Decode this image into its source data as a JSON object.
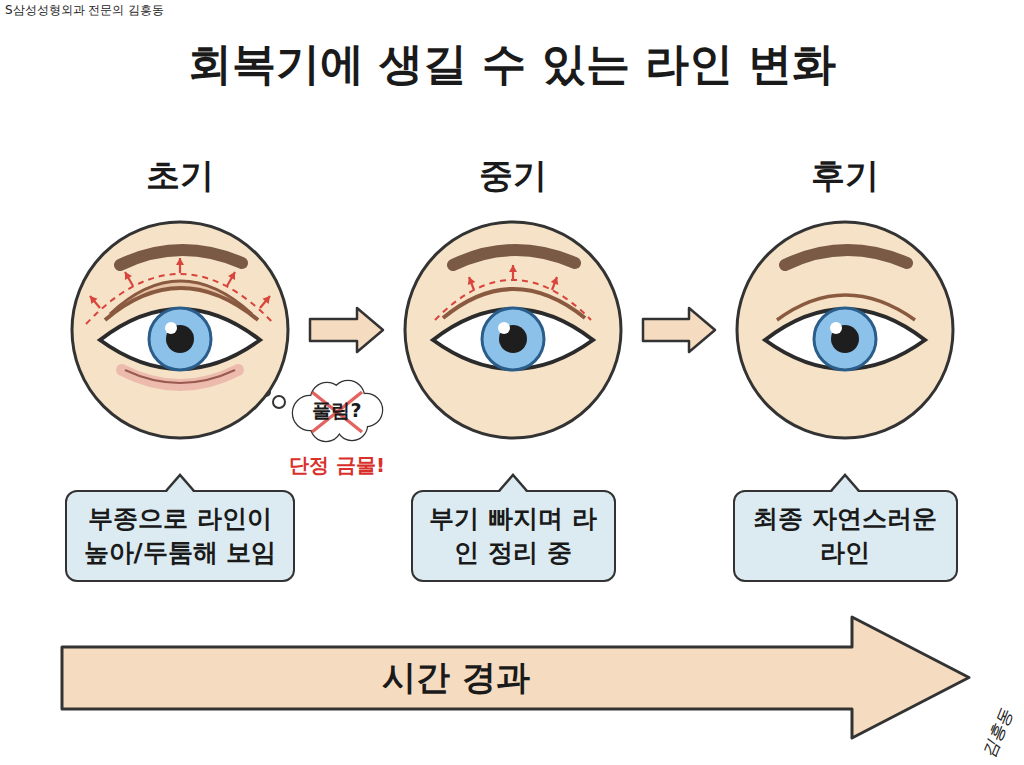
{
  "diagram": {
    "title": "회복기에 생길 수 있는 라인 변화",
    "nodes": [
      {
        "text": [
          "초기"
        ]
      },
      {
        "text": [
          "부종으로 라인이 높아/두툼해 보임"
        ]
      },
      {
        "text": [
          "풀림?",
          "단정 금물!"
        ]
      },
      {
        "text": [
          "중기"
        ]
      },
      {
        "text": [
          "부기 빠지며 라인 정리 중"
        ]
      },
      {
        "text": [
          "후기"
        ]
      },
      {
        "text": [
          "최종 자연스러운 라인"
        ]
      },
      {
        "text": [
          "시간 경과"
        ]
      }
    ],
    "edges": [
      {
        "from": 0,
        "to": 3,
        "arrow": "to"
      },
      {
        "from": 3,
        "to": 5,
        "arrow": "to"
      }
    ],
    "labels": [
      "S삼성성형외과 전문의 김흥동",
      "김흥동"
    ]
  }
}
